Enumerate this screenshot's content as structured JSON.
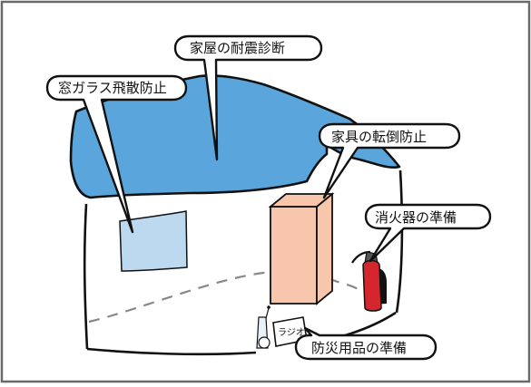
{
  "labels": {
    "seismic_diagnosis": "家屋の耐震診断",
    "window_glass": "窓ガラス飛散防止",
    "furniture": "家具の転倒防止",
    "extinguisher": "消火器の準備",
    "supplies": "防災用品の準備",
    "radio": "ラジオ"
  },
  "colors": {
    "roof": "#5aa6dc",
    "window": "#bcd9f0",
    "furniture": "#f7c6ad",
    "extinguisher": "#d6262d",
    "outline": "#111111",
    "frame": "#6a6a6a"
  },
  "icons": {
    "extinguisher": "fire-extinguisher-icon",
    "radio": "radio-icon",
    "bottle": "water-bottle-icon"
  }
}
